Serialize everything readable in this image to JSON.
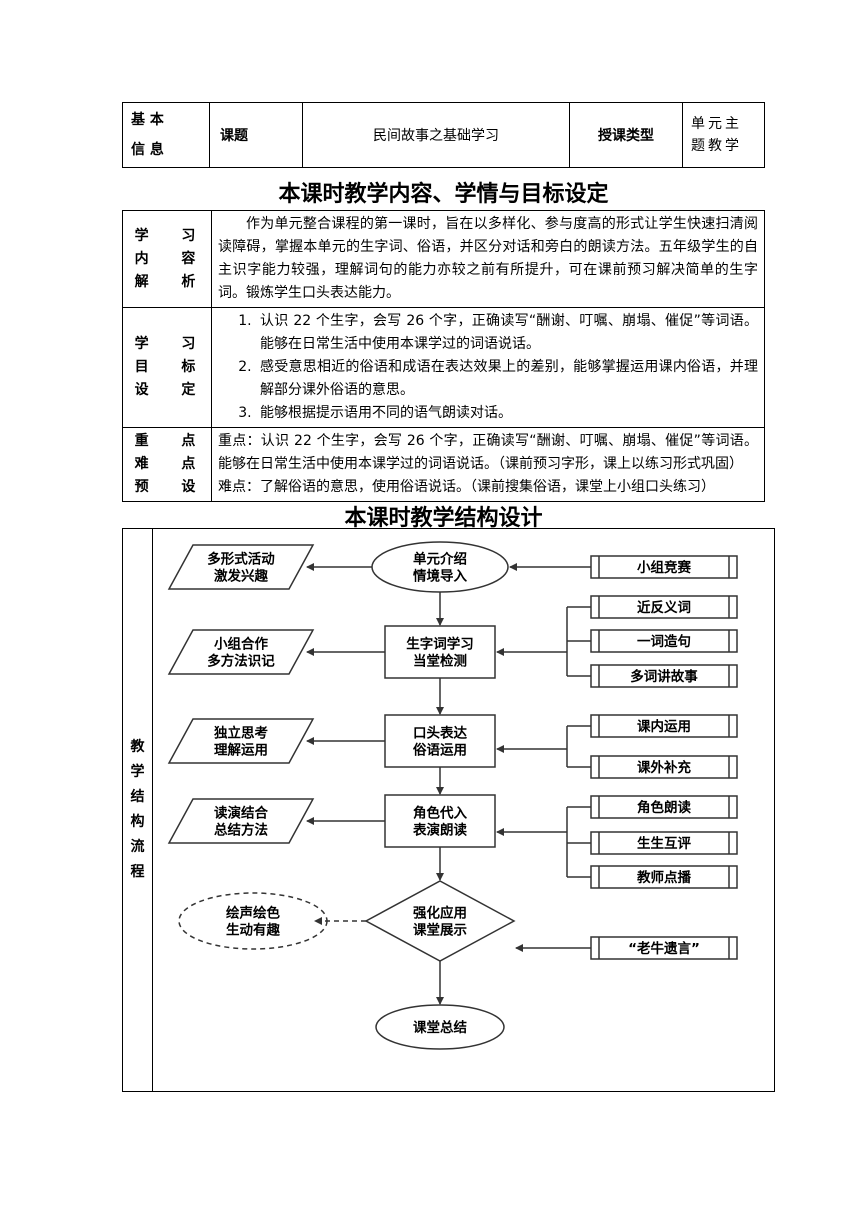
{
  "info": {
    "basic_label_1": "基 本",
    "basic_label_2": "信 息",
    "topic_label": "课题",
    "topic_value": "民间故事之基础学习",
    "type_label": "授课类型",
    "type_value": "单元主题教学"
  },
  "section1_title": "本课时教学内容、学情与目标设定",
  "content": {
    "analysis_label": [
      "学 习",
      "内 容",
      "解 析"
    ],
    "analysis_text": "作为单元整合课程的第一课时，旨在以多样化、参与度高的形式让学生快速扫清阅读障碍，掌握本单元的生字词、俗语，并区分对话和旁白的朗读方法。五年级学生的自主识字能力较强，理解词句的能力亦较之前有所提升，可在课前预习解决简单的生字词。锻炼学生口头表达能力。",
    "goals_label": [
      "学 习",
      "目 标",
      "设 定"
    ],
    "goals": [
      "认识 22 个生字，会写 26 个字，正确读写“酬谢、叮嘱、崩塌、催促”等词语。能够在日常生活中使用本课学过的词语说话。",
      "感受意思相近的俗语和成语在表达效果上的差别，能够掌握运用课内俗语，并理解部分课外俗语的意思。",
      "能够根据提示语用不同的语气朗读对话。"
    ],
    "key_label": [
      "重 点",
      "难 点",
      "预 设"
    ],
    "key_point": "重点：认识 22 个生字，会写 26 个字，正确读写“酬谢、叮嘱、崩塌、催促”等词语。能够在日常生活中使用本课学过的词语说话。（课前预习字形，课上以练习形式巩固）",
    "difficulty": "难点：了解俗语的意思，使用俗语说话。（课前搜集俗语，课堂上小组口头练习）"
  },
  "section2_title": "本课时教学结构设计",
  "flow": {
    "side_label": "教学结构流程",
    "main": [
      {
        "line1": "单元介绍",
        "line2": "情境导入",
        "shape": "ellipse"
      },
      {
        "line1": "生字词学习",
        "line2": "当堂检测",
        "shape": "rect"
      },
      {
        "line1": "口头表达",
        "line2": "俗语运用",
        "shape": "rect"
      },
      {
        "line1": "角色代入",
        "line2": "表演朗读",
        "shape": "rect"
      },
      {
        "line1": "强化应用",
        "line2": "课堂展示",
        "shape": "diamond"
      },
      {
        "line1": "课堂总结",
        "line2": "",
        "shape": "ellipse"
      }
    ],
    "left": [
      {
        "line1": "多形式活动",
        "line2": "激发兴趣",
        "shape": "parallelogram"
      },
      {
        "line1": "小组合作",
        "line2": "多方法识记",
        "shape": "parallelogram"
      },
      {
        "line1": "独立思考",
        "line2": "理解运用",
        "shape": "parallelogram"
      },
      {
        "line1": "读演结合",
        "line2": "总结方法",
        "shape": "parallelogram"
      },
      {
        "line1": "绘声绘色",
        "line2": "生动有趣",
        "shape": "dashed-ellipse"
      }
    ],
    "right": [
      [
        "小组竞赛"
      ],
      [
        "近反义词",
        "一词造句",
        "多词讲故事"
      ],
      [
        "课内运用",
        "课外补充"
      ],
      [
        "角色朗读",
        "生生互评",
        "教师点播"
      ],
      [
        "“老牛遗言”"
      ]
    ]
  }
}
